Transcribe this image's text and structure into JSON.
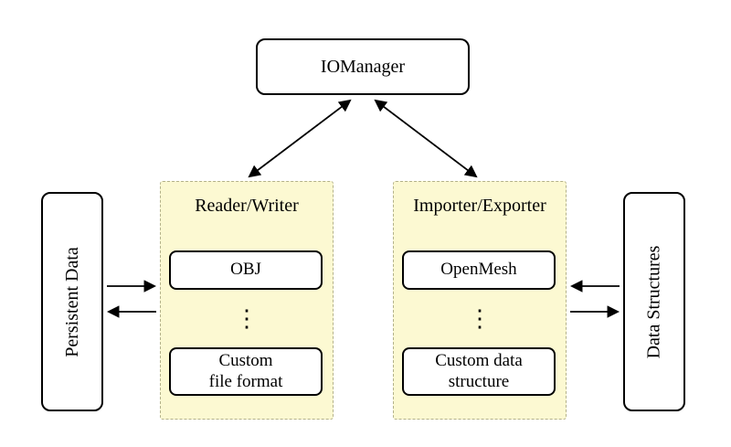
{
  "io_manager": {
    "label": "IOManager"
  },
  "reader_writer": {
    "title": "Reader/Writer",
    "item1": "OBJ",
    "ellipsis": "⋮",
    "item2": "Custom\nfile format"
  },
  "importer_exporter": {
    "title": "Importer/Exporter",
    "item1": "OpenMesh",
    "ellipsis": "⋮",
    "item2": "Custom data\nstructure"
  },
  "persistent_data": {
    "label": "Persistent Data"
  },
  "data_structures": {
    "label": "Data Structures"
  },
  "colors": {
    "group_fill": "#fcf9d2",
    "group_border": "#b3b18a",
    "node_fill": "#ffffff",
    "node_border": "#000000",
    "arrow": "#000000"
  }
}
